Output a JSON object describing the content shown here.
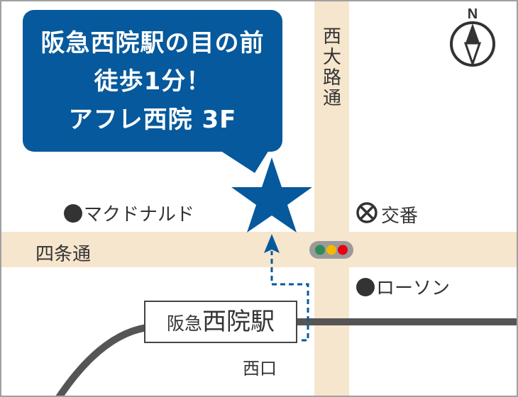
{
  "callout": {
    "line1": "阪急西院駅の目の前",
    "line2": "徒歩1分！",
    "line3": "アフレ西院 3F",
    "color": "#06599c"
  },
  "roads": {
    "vertical": "西大路通",
    "horizontal": "四条通",
    "color": "#f6e6cd"
  },
  "landmarks": {
    "mcdonalds": "マクドナルド",
    "koban": "交番",
    "lawson": "ローソン"
  },
  "station": {
    "prefix": "阪急",
    "name": "西院駅",
    "exit": "西口"
  },
  "compass": {
    "label": "N"
  },
  "icons": {
    "destination": "star-icon",
    "route": "dashed-arrow-route",
    "traffic_light": "traffic-light-icon",
    "police_box": "police-box-icon",
    "shop": "filled-circle-icon",
    "north": "compass-icon"
  },
  "colors": {
    "rail": "#555555",
    "traffic_green": "#2e8b57",
    "traffic_yellow": "#f5b800",
    "traffic_red": "#e60012",
    "text": "#333333"
  }
}
